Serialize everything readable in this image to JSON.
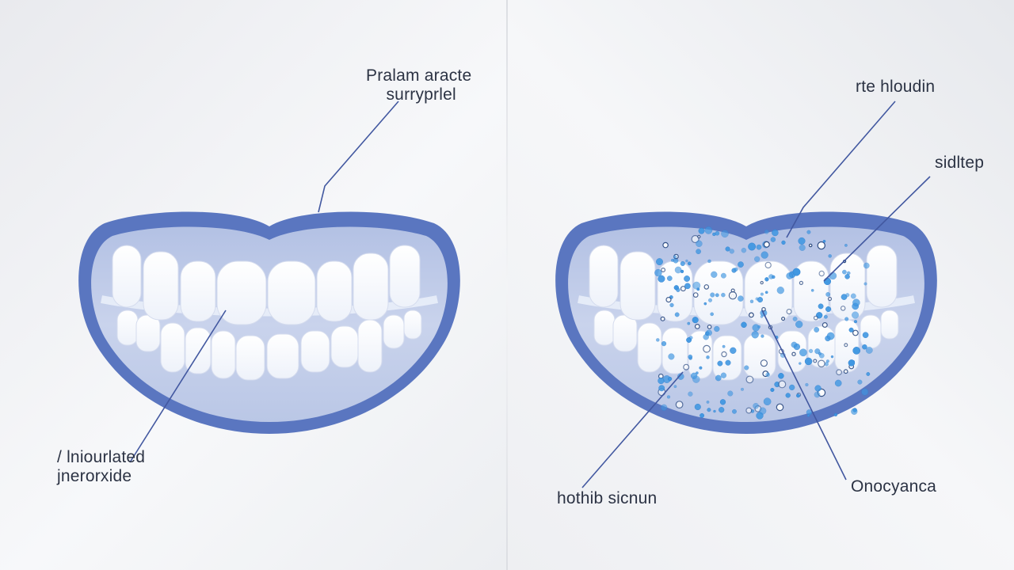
{
  "colors": {
    "gum_outline": "#5a76c0",
    "tray_fill": "#c5d0ea",
    "tooth": "#ffffff",
    "leader_line": "#4258a0",
    "particle": "#3f97e2",
    "text": "#2c3344"
  },
  "left_panel": {
    "labels": {
      "top": {
        "line1": "Pralam aracte",
        "line2": "surryprlel"
      },
      "bottom": {
        "line1": "/ lniourlated",
        "line2": "jnerorxide"
      }
    }
  },
  "right_panel": {
    "labels": {
      "top": "rte hloudin",
      "middle": "sidltep",
      "bottom_left": "hothib sicnun",
      "bottom_right": "Onocyanca"
    }
  }
}
